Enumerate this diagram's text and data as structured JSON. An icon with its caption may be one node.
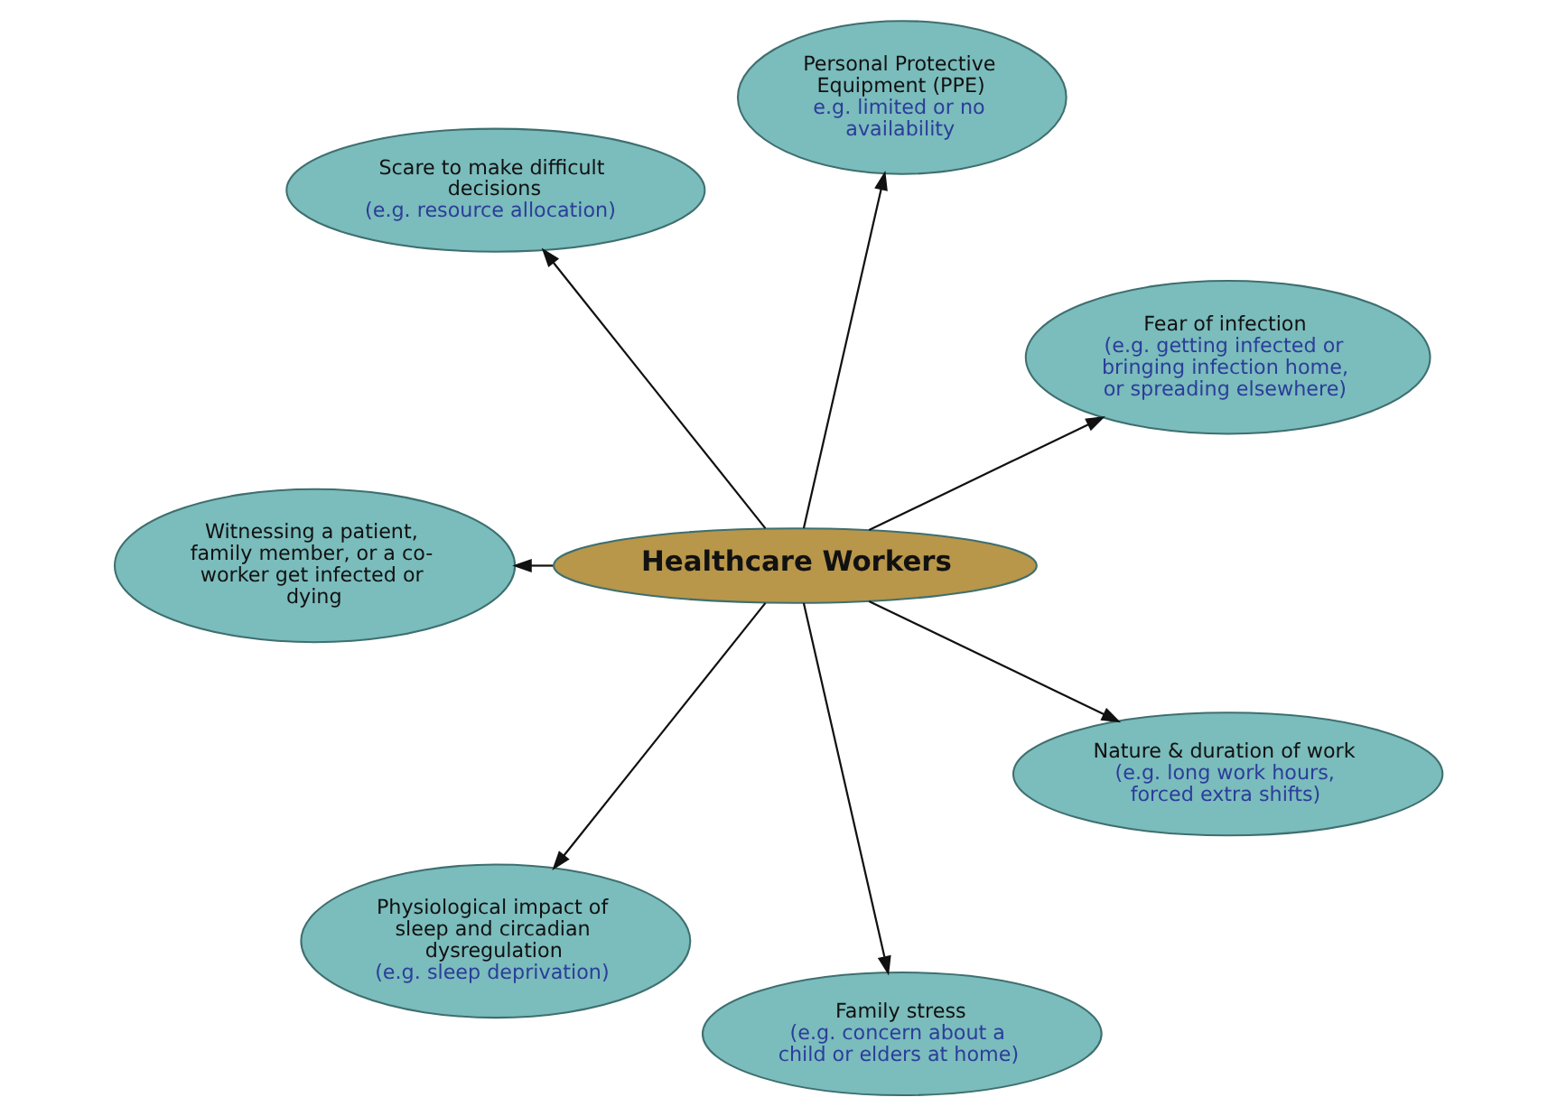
{
  "diagram": {
    "nodes": [
      {
        "text": [
          "Healthcare Workers"
        ]
      },
      {
        "text": [
          "Fear of infection",
          "(e.g. getting infected or bringing infection home, or spreading elsewhere)"
        ]
      },
      {
        "text": [
          "Personal Protective Equipment (PPE)",
          "e.g. limited or no availability"
        ]
      },
      {
        "text": [
          "Scare to make difficult decisions",
          "(e.g. resource allocation)"
        ]
      },
      {
        "text": [
          "Witnessing a patient, family member, or a co-worker get infected or dying"
        ]
      },
      {
        "text": [
          "Physiological impact of sleep and circadian dysregulation",
          "(e.g. sleep deprivation)"
        ]
      },
      {
        "text": [
          "Family stress",
          "(e.g. concern about a child or elders at home)"
        ]
      },
      {
        "text": [
          "Nature & duration of work",
          "(e.g. long work hours, forced extra shifts)"
        ]
      }
    ],
    "edges": [
      {
        "from": 0,
        "to": 1,
        "arrow": "to"
      },
      {
        "from": 0,
        "to": 2,
        "arrow": "to"
      },
      {
        "from": 0,
        "to": 3,
        "arrow": "to"
      },
      {
        "from": 0,
        "to": 4,
        "arrow": "to"
      },
      {
        "from": 0,
        "to": 5,
        "arrow": "to"
      },
      {
        "from": 0,
        "to": 6,
        "arrow": "to"
      },
      {
        "from": 0,
        "to": 7,
        "arrow": "to"
      }
    ]
  }
}
